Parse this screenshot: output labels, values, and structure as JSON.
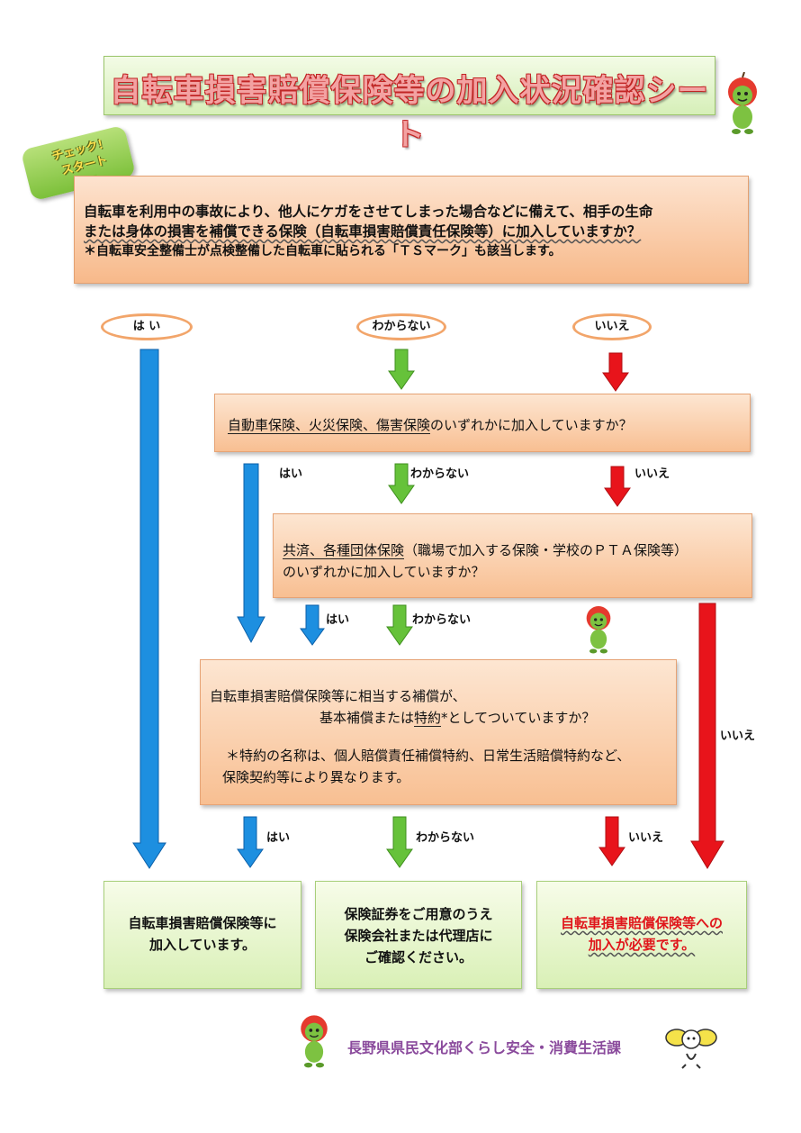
{
  "title": "自転車損害賠償保険等の加入状況確認シート",
  "start_bubble": {
    "line1": "チェック！",
    "line2": "スタート"
  },
  "question1": {
    "line1": "自転車を利用中の事故により、他人にケガをさせてしまった場合などに備えて、相手の生命",
    "line2": "または身体の損害を補償できる保険（自転車損害賠償責任保険等）に加入していますか？",
    "note": "＊自転車安全整備士が点検整備した自転車に貼られる「ＴＳマーク」も該当します。"
  },
  "options": {
    "yes": "は い",
    "unknown": "わからない",
    "no": "いいえ"
  },
  "question2": {
    "underlined": "自動車保険、火災保険、傷害保険",
    "rest": "のいずれかに加入していますか？"
  },
  "q2_labels": {
    "yes": "はい",
    "unknown": "わからない",
    "no": "いいえ"
  },
  "question3": {
    "underlined": "共済、各種団体保険",
    "rest": "（職場で加入する保険・学校のＰＴＡ保険等）",
    "line2": "のいずれかに加入していますか？"
  },
  "q3_labels": {
    "yes": "はい",
    "unknown": "わからない"
  },
  "side_label_no": "いいえ",
  "question4": {
    "line1": "自転車損害賠償保険等に相当する補償が、",
    "line2_pre": "基本補償または",
    "line2_ul": "特約",
    "line2_post": "*としてついていますか？",
    "note1": "＊特約の名称は、個人賠償責任補償特約、日常生活賠償特約など、",
    "note2": "保険契約等により異なります。"
  },
  "q4_labels": {
    "yes": "はい",
    "unknown": "わからない",
    "no": "いいえ"
  },
  "results": {
    "yes": {
      "line1": "自転車損害賠償保険等に",
      "line2": "加入しています。"
    },
    "unknown": {
      "line1": "保険証券をご用意のうえ",
      "line2": "保険会社または代理店に",
      "line3": "ご確認ください。"
    },
    "no": {
      "line1": "自転車損害賠償保険等への",
      "line2": "加入が必要です。"
    }
  },
  "footer": "長野県県民文化部くらし安全・消費生活課",
  "colors": {
    "blue_arrow": "#1d8fe0",
    "green_arrow": "#66c23a",
    "red_arrow": "#e8141b",
    "oval_border": "#f2a56a"
  }
}
